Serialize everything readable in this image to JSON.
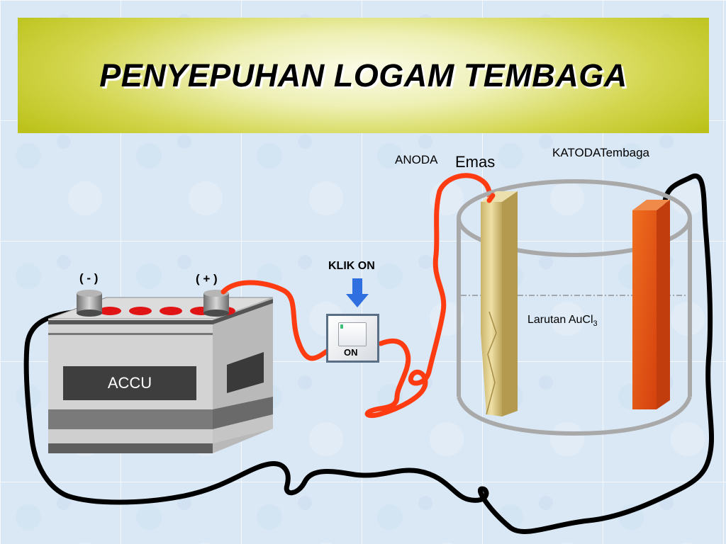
{
  "title": "PENYEPUHAN LOGAM TEMBAGA",
  "battery": {
    "label": "ACCU",
    "negative_label": "( - )",
    "positive_label": "( + )"
  },
  "switch": {
    "instruction": "KLIK ON",
    "state_label": "ON"
  },
  "anode": {
    "label": "ANODA",
    "material": "Emas"
  },
  "cathode": {
    "label": "KATODA",
    "material": "Tembaga"
  },
  "solution": {
    "label_prefix": "Larutan AuCl",
    "label_subscript": "3"
  },
  "colors": {
    "banner": "#c7cc2a",
    "wire_positive": "#ff3b12",
    "wire_negative": "#000000",
    "gold_electrode": "#d9c582",
    "copper_electrode": "#e5521a",
    "arrow": "#2f6fe0"
  }
}
